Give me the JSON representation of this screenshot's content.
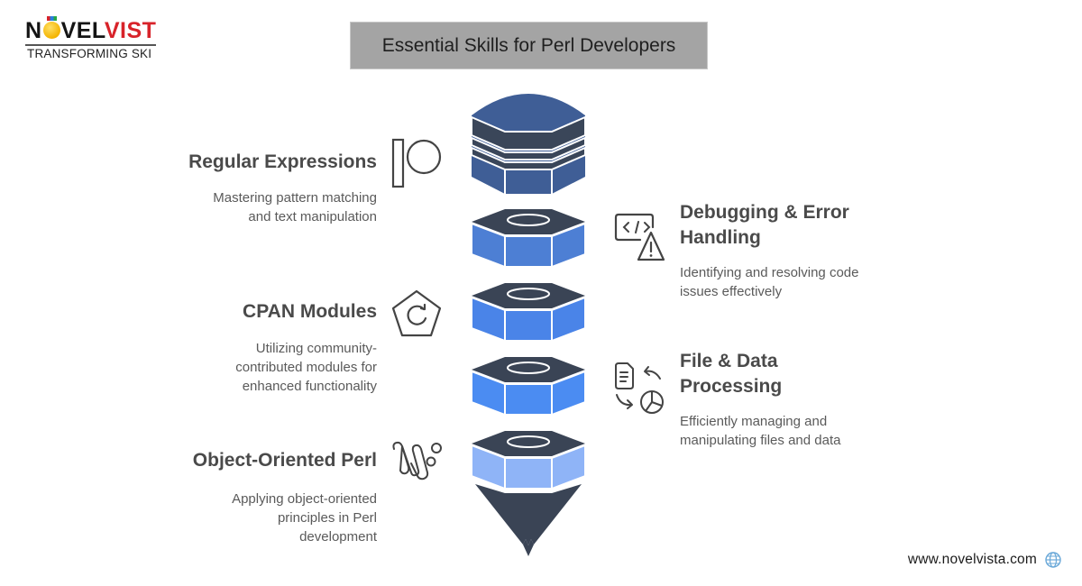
{
  "brand": {
    "logo_part1": "N",
    "logo_part2": "VEL",
    "logo_part3": "VIS",
    "logo_part4": "T",
    "tagline": "TRANSFORMING SKI",
    "website": "www.novelvista.com",
    "website_icon": "globe-icon"
  },
  "title": "Essential Skills for Perl Developers",
  "colors": {
    "top_cylinder": "#3f5e96",
    "cylinder_bands": "#3a4659",
    "nut_top": "#3a4455",
    "nut_1": "#4d7fd4",
    "nut_2": "#4a84e8",
    "nut_3": "#4b8cf2",
    "nut_4": "#8fb4f7",
    "tip": "#3a4455",
    "text_heading": "#4a4a4a",
    "text_body": "#5a5a5a"
  },
  "skills": [
    {
      "side": "left",
      "title": "Regular Expressions",
      "description_lines": [
        "Mastering pattern matching",
        "and text manipulation"
      ],
      "icon": "pattern-bar-circle-icon"
    },
    {
      "side": "right",
      "title_lines": [
        "Debugging & Error",
        "Handling"
      ],
      "description_lines": [
        "Identifying and resolving code",
        "issues effectively"
      ],
      "icon": "code-warning-icon"
    },
    {
      "side": "left",
      "title": "CPAN Modules",
      "description_lines": [
        "Utilizing community-",
        "contributed modules for",
        "enhanced functionality"
      ],
      "icon": "pentagon-refresh-icon"
    },
    {
      "side": "right",
      "title_lines": [
        "File & Data",
        "Processing"
      ],
      "description_lines": [
        "Efficiently managing and",
        "manipulating files and data"
      ],
      "icon": "file-chart-exchange-icon"
    },
    {
      "side": "left",
      "title": "Object-Oriented Perl",
      "description_lines": [
        "Applying object-oriented",
        "principles in Perl",
        "development"
      ],
      "icon": "linked-objects-icon"
    }
  ]
}
